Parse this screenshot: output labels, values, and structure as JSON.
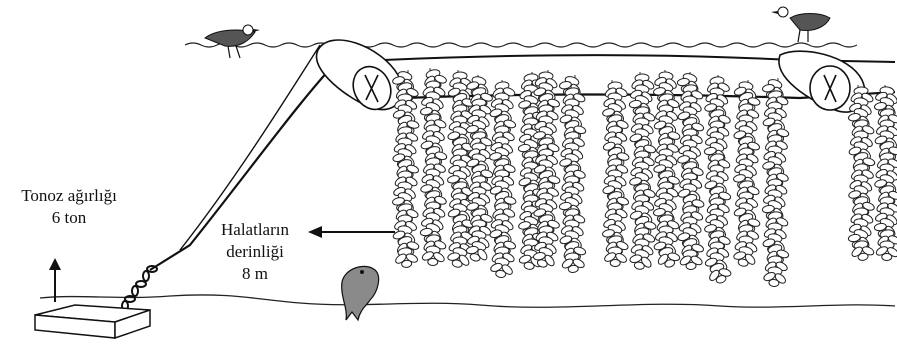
{
  "labels": {
    "anchor_weight": {
      "line1": "Tonoz ağırlığı",
      "line2": "6 ton"
    },
    "rope_depth": {
      "line1": "Halatların",
      "line2": "derinliği",
      "line3": "8 m"
    }
  },
  "colors": {
    "ink": "#111111",
    "background": "#ffffff"
  },
  "scene": {
    "icons": [
      "seagull-icon",
      "buoy-icon",
      "mussel-rope-icon",
      "fish-icon",
      "anchor-block-icon",
      "chain-icon"
    ],
    "mussel_rope_count": 17
  }
}
